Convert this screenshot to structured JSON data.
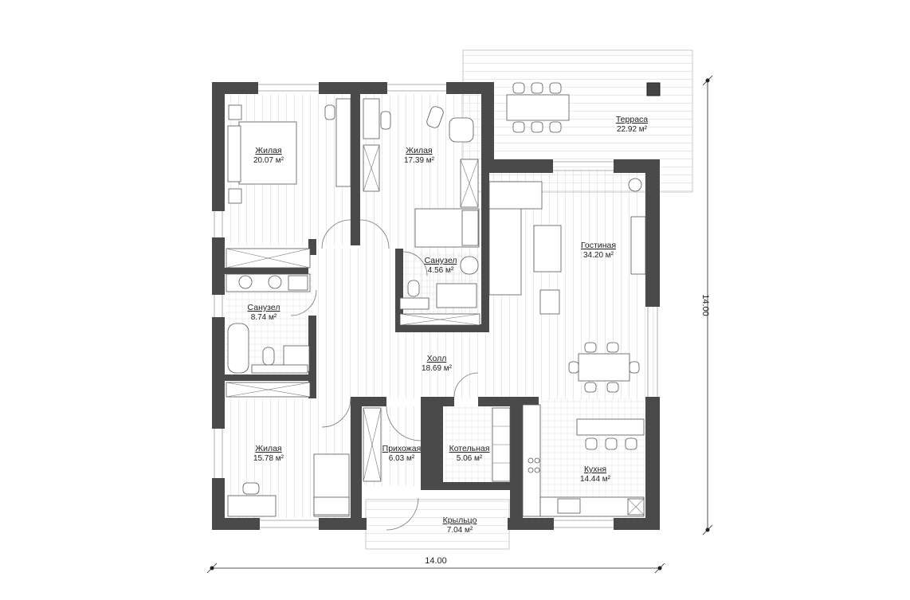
{
  "rooms": [
    {
      "id": "bedroom1",
      "name": "Жилая",
      "area": "20.07 м²"
    },
    {
      "id": "bedroom2",
      "name": "Жилая",
      "area": "17.39 м²"
    },
    {
      "id": "terrace",
      "name": "Терраса",
      "area": "22.92 м²"
    },
    {
      "id": "living",
      "name": "Гостиная",
      "area": "34.20 м²"
    },
    {
      "id": "bath_small",
      "name": "Санузел",
      "area": "4.56 м²"
    },
    {
      "id": "bath_large",
      "name": "Санузел",
      "area": "8.74 м²"
    },
    {
      "id": "hall",
      "name": "Холл",
      "area": "18.69 м²"
    },
    {
      "id": "bedroom3",
      "name": "Жилая",
      "area": "15.78 м²"
    },
    {
      "id": "entry",
      "name": "Прихожая",
      "area": "6.03 м²"
    },
    {
      "id": "boiler",
      "name": "Котельная",
      "area": "5.06 м²"
    },
    {
      "id": "kitchen",
      "name": "Кухня",
      "area": "14.44 м²"
    },
    {
      "id": "porch",
      "name": "Крыльцо",
      "area": "7.04 м²"
    }
  ],
  "dimensions": {
    "width": "14.00",
    "height": "14.00"
  },
  "colors": {
    "wall": "#4a4a4a",
    "floor_lines": "#e6e6e6",
    "furniture_stroke": "#555555"
  }
}
